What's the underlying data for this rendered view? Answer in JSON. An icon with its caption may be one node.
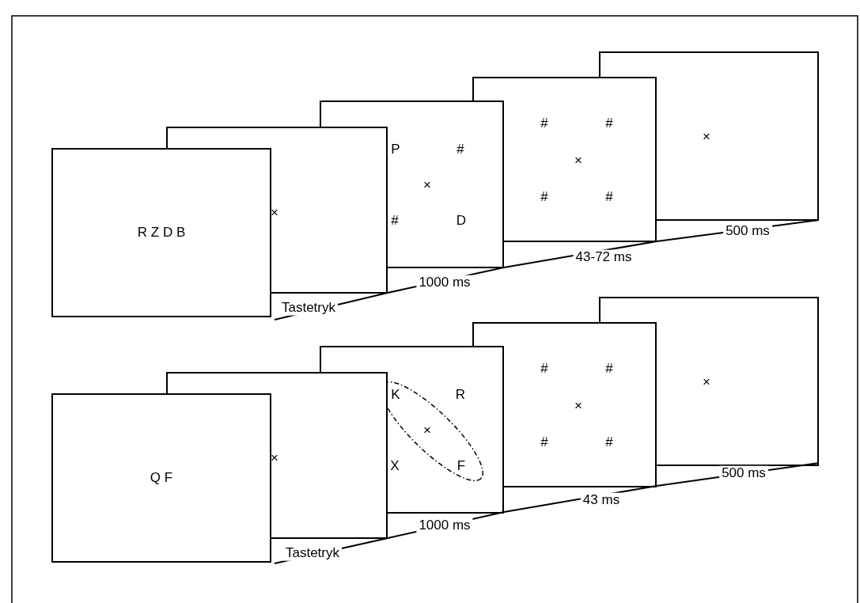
{
  "diagram": {
    "nodes": [
      {
        "text": [
          "R Z D B"
        ]
      },
      {
        "text": [
          "×"
        ]
      },
      {
        "text": [
          "P",
          "#",
          "×",
          "#",
          "D"
        ]
      },
      {
        "text": [
          "#",
          "#",
          "×",
          "#",
          "#"
        ]
      },
      {
        "text": [
          "×"
        ]
      },
      {
        "text": [
          "Q F"
        ]
      },
      {
        "text": [
          "×"
        ]
      },
      {
        "text": [
          "K",
          "R",
          "×",
          "X",
          "F"
        ]
      },
      {
        "text": [
          "#",
          "#",
          "×",
          "#",
          "#"
        ]
      },
      {
        "text": [
          "×"
        ]
      }
    ],
    "labels": [
      "Tastetryk",
      "1000 ms",
      "43-72 ms",
      "500 ms",
      "Tastetryk",
      "1000 ms",
      "43 ms",
      "500 ms"
    ]
  }
}
